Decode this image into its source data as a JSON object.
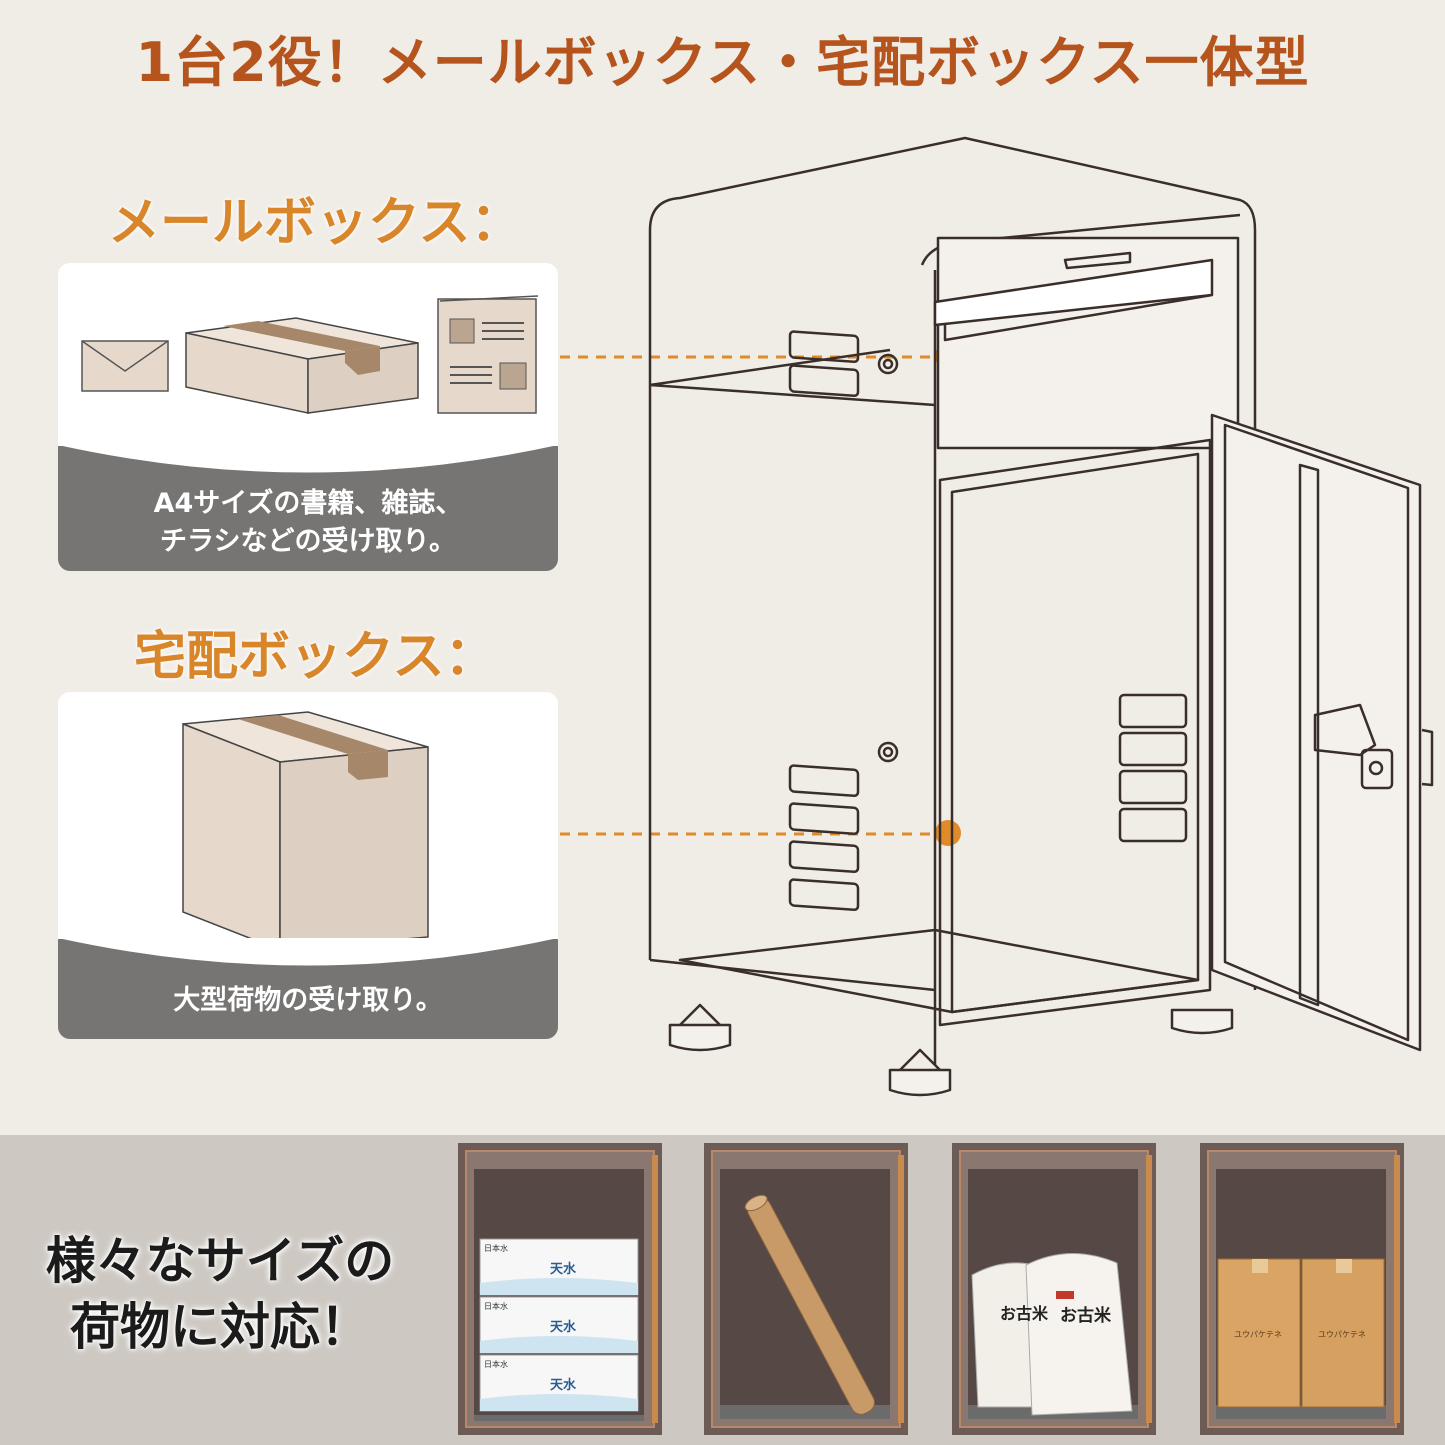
{
  "title": "1台2役！メールボックス・宅配ボックス一体型",
  "mailbox": {
    "heading": "メールボックス：",
    "description_line1": "A4サイズの書籍、雑誌、",
    "description_line2": "チラシなどの受け取り。"
  },
  "parcelbox": {
    "heading": "宅配ボックス：",
    "description": "大型荷物の受け取り。"
  },
  "sizes": {
    "line1": "様々なサイズの",
    "line2": "荷物に対応！"
  },
  "examples": {
    "water_label": "日本水",
    "water_brand": "天水",
    "rice_brand": "お古米",
    "box_brand": "ユウパケテネ"
  },
  "colors": {
    "title": "#b5541c",
    "heading": "#d9862a",
    "accent_dot": "#e08a2a",
    "band": "#777573",
    "background": "#f0ece6",
    "cardboard": "#e6d9cc",
    "tape": "#a6876a"
  }
}
